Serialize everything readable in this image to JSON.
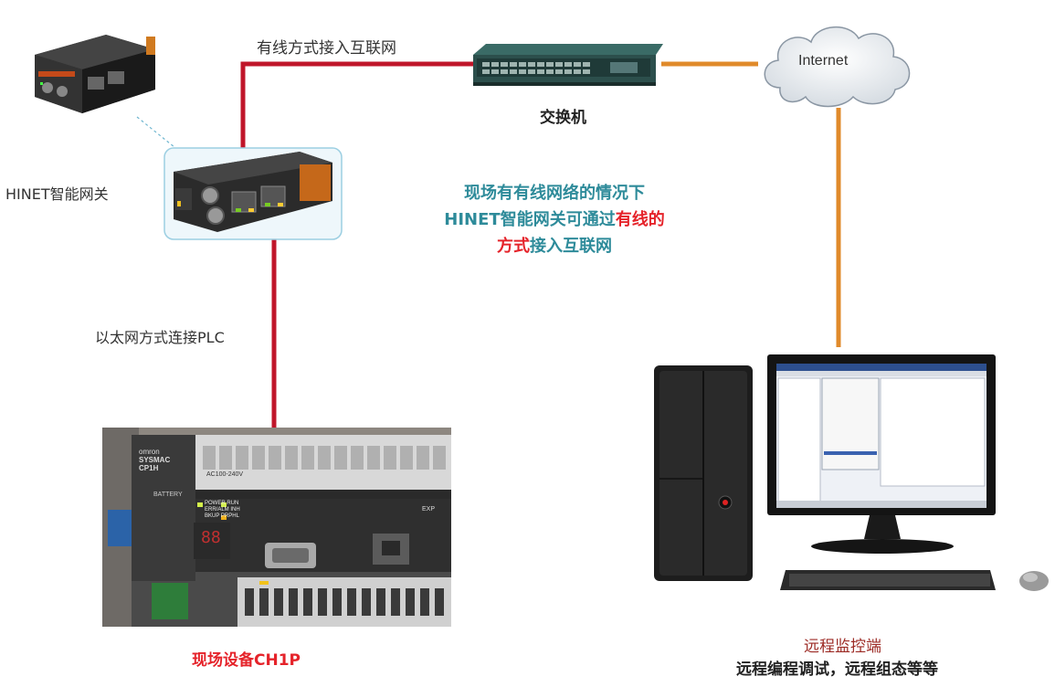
{
  "labels": {
    "wired_access": "有线方式接入互联网",
    "switch": "交换机",
    "internet": "Internet",
    "gateway": "HINET智能网关",
    "ethernet_plc": "以太网方式连接PLC",
    "field_device": "现场设备CH1P",
    "remote_title": "远程监控端",
    "remote_desc": "远程编程调试，远程组态等等"
  },
  "note": {
    "line1": "现场有有线网络的情况下",
    "line2_a": "HINET智能网关可通过",
    "line2_b": "有线的",
    "line3_a": "方式",
    "line3_b": "接入互联网"
  },
  "plc": {
    "brand": "omron",
    "model_a": "SYSMAC",
    "model_b": "CP1H",
    "battery": "BATTERY",
    "power": "POWER",
    "run": "RUN",
    "err": "ERR/ALM",
    "inh": "INH",
    "prphl": "PRPHL",
    "bkup": "BKUP",
    "supply": "AC100-240V",
    "exp": "EXP",
    "display": "88"
  },
  "colors": {
    "red_line": "#c0162a",
    "orange_line": "#e08a2a",
    "teal_text": "#2e8b9a",
    "red_text": "#e5232a",
    "darkred_text": "#9c2a24"
  }
}
